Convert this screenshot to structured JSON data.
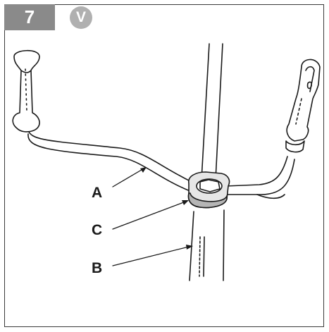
{
  "step": {
    "number": "7",
    "badge": "V"
  },
  "labels": {
    "a": "A",
    "b": "B",
    "c": "C"
  }
}
